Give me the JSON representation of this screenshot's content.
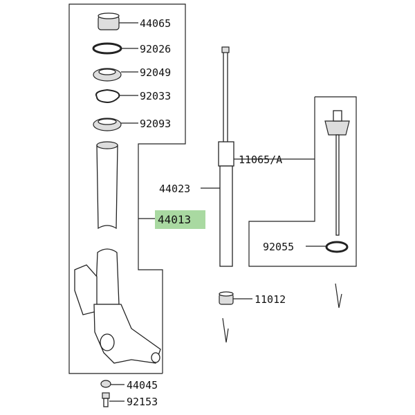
{
  "title": "Front fork parts diagram",
  "highlight_color": "#a9d9a1",
  "labels": {
    "p44065": "44065",
    "p92026": "92026",
    "p92049": "92049",
    "p92033": "92033",
    "p92093": "92093",
    "p44013": "44013",
    "p44023": "44023",
    "p11065A": "11065/A",
    "p92055": "92055",
    "p11012": "11012",
    "p44045": "44045",
    "p92153": "92153"
  }
}
